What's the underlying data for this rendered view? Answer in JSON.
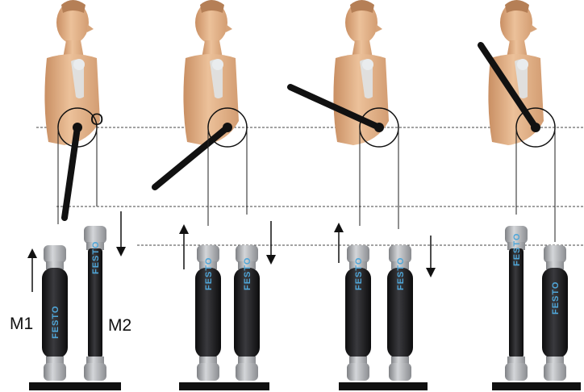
{
  "labels": {
    "muscle_1": "M1",
    "muscle_2": "M2",
    "joint_marker": "O"
  },
  "muscle_brand": "FESTO",
  "colors": {
    "skin": "#e8b48a",
    "skin_shadow": "#c98f63",
    "bone": "#dfe3e6",
    "muscle_body": "#1d1d1f",
    "cap": "#9a9ca0",
    "cap_light": "#c8cacd",
    "rod": "#141414",
    "brand_text": "#4fa6d8"
  },
  "panels": [
    {
      "stage": 1,
      "m1_arrow": "up",
      "m2_arrow": "down"
    },
    {
      "stage": 2,
      "m1_arrow": "up",
      "m2_arrow": "down"
    },
    {
      "stage": 3,
      "m1_arrow": "up",
      "m2_arrow": "down"
    },
    {
      "stage": 4,
      "m1_arrow": "none",
      "m2_arrow": "none"
    }
  ]
}
